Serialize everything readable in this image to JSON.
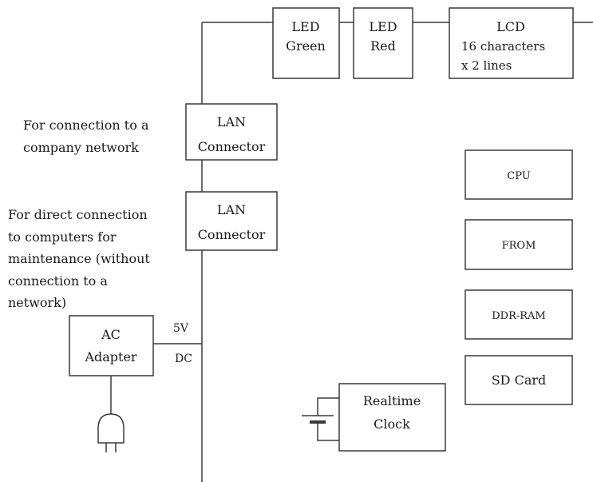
{
  "blocks": {
    "led_green": {
      "line1": "LED",
      "line2": "Green"
    },
    "led_red": {
      "line1": "LED",
      "line2": "Red"
    },
    "lcd": {
      "line1": "LCD",
      "line2": "16 characters",
      "line3": "x 2 lines"
    },
    "lan_company": {
      "line1": "LAN",
      "line2": "Connector"
    },
    "lan_direct": {
      "line1": "LAN",
      "line2": "Connector"
    },
    "cpu": {
      "label": "CPU"
    },
    "from": {
      "label": "FROM"
    },
    "ddr_ram": {
      "label": "DDR-RAM"
    },
    "sd_card": {
      "label": "SD Card"
    },
    "ac_adapter": {
      "line1": "AC",
      "line2": "Adapter"
    },
    "rtc": {
      "line1": "Realtime",
      "line2": "Clock"
    }
  },
  "annotations": {
    "company_network": [
      "For connection to a",
      "company network"
    ],
    "direct_connection": [
      "For direct connection",
      "to computers for",
      "maintenance (without",
      "connection to a",
      "network)"
    ]
  },
  "power": {
    "voltage": "5V",
    "type": "DC"
  }
}
